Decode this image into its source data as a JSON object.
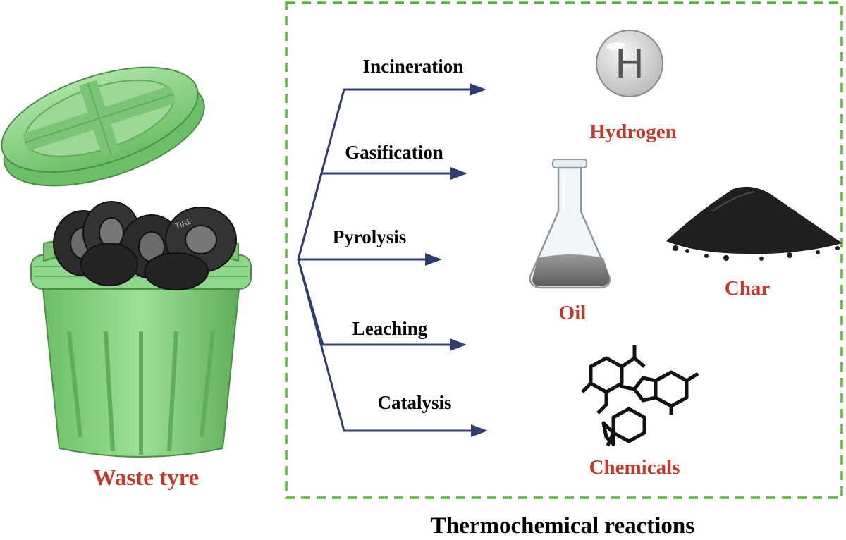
{
  "waste": {
    "label": "Waste tyre",
    "tyre_text": "TIRE"
  },
  "group": {
    "title": "Thermochemical reactions"
  },
  "processes": [
    "Incineration",
    "Gasification",
    "Pyrolysis",
    "Leaching",
    "Catalysis"
  ],
  "products": {
    "hydrogen": {
      "label": "Hydrogen",
      "symbol": "H"
    },
    "oil": {
      "label": "Oil"
    },
    "char": {
      "label": "Char"
    },
    "chemicals": {
      "label": "Chemicals"
    }
  },
  "colors": {
    "product_label": "#c0392b",
    "arrow": "#2f3e6e",
    "dashed_border": "#5cb03c",
    "bucket": "#8fd78a",
    "bucket_dark": "#5fae5a",
    "tyre": "#2b2b2b",
    "char": "#1f1f1f"
  }
}
